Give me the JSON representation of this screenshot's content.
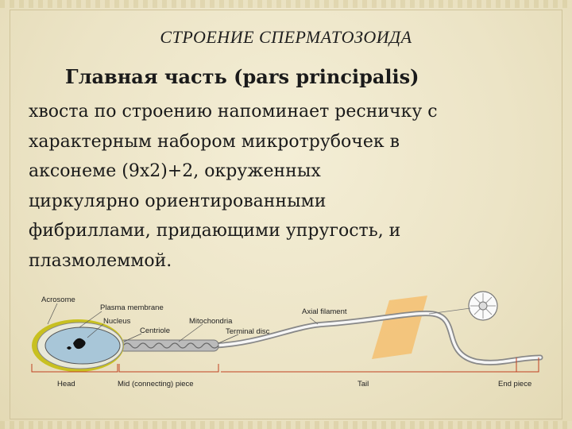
{
  "slide": {
    "title": "СТРОЕНИЕ СПЕРМАТОЗОИДА",
    "subtitle": "Главная часть (pars principalis)",
    "body_lines": [
      "хвоста по строению напоминает ресничку с",
      "характерным набором микротрубочек в",
      "аксонеме (9х2)+2, окруженных",
      "циркулярно ориентированными",
      "фибриллами, придающими упругость, и",
      "плазмолеммой."
    ]
  },
  "diagram": {
    "labels": {
      "acrosome": "Acrosome",
      "plasma_membrane": "Plasma membrane",
      "nucleus": "Nucleus",
      "centriole": "Centriole",
      "mitochondria": "Mitochondria",
      "terminal_disc": "Terminal disc",
      "axial_filament": "Axial filament"
    },
    "sections": {
      "head": "Head",
      "mid_piece": "Mid (connecting) piece",
      "tail": "Tail",
      "end_piece": "End piece"
    },
    "colors": {
      "head_fill": "#a8c6d8",
      "acrosome": "#c8c020",
      "highlight": "#f4c070",
      "bracket": "#c04020"
    }
  }
}
